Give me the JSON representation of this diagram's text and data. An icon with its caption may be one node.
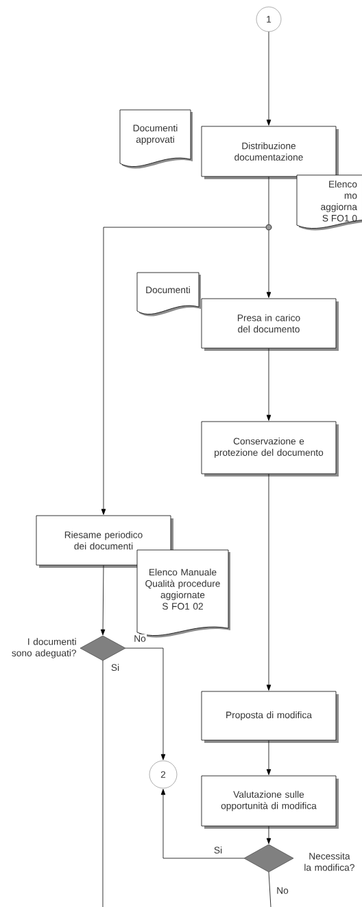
{
  "diagram": {
    "nodes": [
      {
        "text": [
          "1"
        ]
      },
      {
        "text": [
          "Documenti approvati"
        ]
      },
      {
        "text": [
          "Distribuzione documentazione"
        ]
      },
      {
        "text": [
          "Elenco mo aggiorna S FO1 0"
        ]
      },
      {
        "text": [],
        "shape": "circle"
      },
      {
        "text": [
          "Documenti"
        ]
      },
      {
        "text": [
          "Presa in carico del documento"
        ]
      },
      {
        "text": [
          "Conservazione e protezione del documento"
        ]
      },
      {
        "text": [
          "Riesame periodico dei documenti"
        ]
      },
      {
        "text": [
          "Elenco Manuale Qualità procedure aggiornate S FO1 02"
        ]
      },
      {
        "text": [
          "I documenti sono adeguati?"
        ]
      },
      {
        "text": [
          "Proposta di modifica"
        ]
      },
      {
        "text": [
          "2"
        ]
      },
      {
        "text": [
          "Valutazione sulle opportunità di modifica"
        ]
      },
      {
        "text": [
          "Necessita la modifica?"
        ]
      }
    ],
    "edges": [
      {
        "from": 0,
        "to": 2,
        "arrow": "to"
      },
      {
        "from": 2,
        "to": 4,
        "arrow": "none"
      },
      {
        "from": 4,
        "to": 6,
        "arrow": "to"
      },
      {
        "from": 4,
        "to": 8,
        "arrow": "to"
      },
      {
        "from": 6,
        "to": 7,
        "arrow": "to"
      },
      {
        "from": 7,
        "to": 11,
        "arrow": "to"
      },
      {
        "from": 8,
        "to": 10,
        "arrow": "to"
      },
      {
        "from": 10,
        "to": 12,
        "arrow": "to",
        "label": "No"
      },
      {
        "from": 10,
        "to": null,
        "arrow": "none",
        "label": "Si"
      },
      {
        "from": 11,
        "to": 13,
        "arrow": "to"
      },
      {
        "from": 13,
        "to": 14,
        "arrow": "to"
      },
      {
        "from": 14,
        "to": 12,
        "arrow": "to",
        "label": "Si"
      },
      {
        "from": 14,
        "to": null,
        "arrow": "none",
        "label": "No"
      }
    ]
  }
}
